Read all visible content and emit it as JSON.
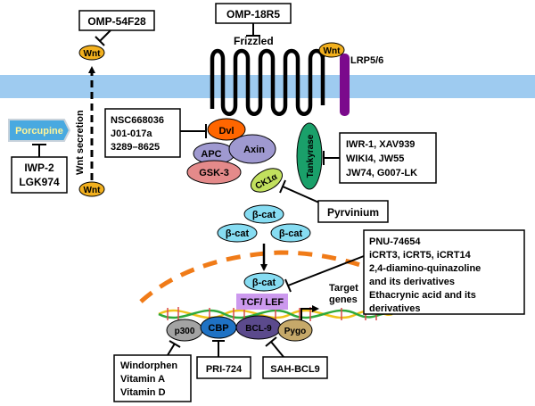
{
  "inhibitors": {
    "omp54f28": "OMP-54F28",
    "omp18r5": "OMP-18R5",
    "nsc": [
      "NSC668036",
      "J01-017a",
      "3289–8625"
    ],
    "tnks": [
      "IWR-1, XAV939",
      "WIKI4, JW55",
      "JW74, G007-LK"
    ],
    "iwp": [
      "IWP-2",
      "LGK974"
    ],
    "pyrvinium": "Pyrvinium",
    "pnu": [
      "PNU-74654",
      "iCRT3, iCRT5, iCRT14",
      "2,4-diamino-quinazoline",
      "and its derivatives",
      "Ethacrynic acid and its",
      "derivatives"
    ],
    "windorphen": [
      "Windorphen",
      "Vitamin A",
      "Vitamin D"
    ],
    "pri724": "PRI-724",
    "sahbcl9": "SAH-BCL9"
  },
  "components": {
    "wnt": "Wnt",
    "frizzled": "Frizzled",
    "lrp": "LRP5/6",
    "porcupine": "Porcupine",
    "wnt_secretion": "Wnt secretion",
    "dvl": "Dvl",
    "apc": "APC",
    "axin": "Axin",
    "gsk3": "GSK-3",
    "ck1a": "CK1α",
    "tankyrase": "Tankyrase",
    "bcat": "β-cat",
    "tcf_lef": "TCF/ LEF",
    "target_genes": [
      "Target",
      "genes"
    ],
    "p300": "p300",
    "cbp": "CBP",
    "bcl9": "BCL-9",
    "pygo": "Pygo"
  },
  "colors": {
    "membrane": "#9ecbf0",
    "wnt": "#f2b01e",
    "dvl": "#ff6600",
    "apc_axin": "#9f99d0",
    "gsk3": "#e48a8a",
    "ck1a": "#c2e05e",
    "tankyrase": "#1aa06a",
    "bcat": "#86dcf2",
    "lrp": "#7b0a8c",
    "porcupine": "#49a9e0",
    "nucleus": "#f07b18",
    "tcf": "#cc99ee",
    "p300": "#a3a3a3",
    "cbp": "#1f72c4",
    "bcl9": "#5b4a8c",
    "pygo": "#c6a96a"
  }
}
